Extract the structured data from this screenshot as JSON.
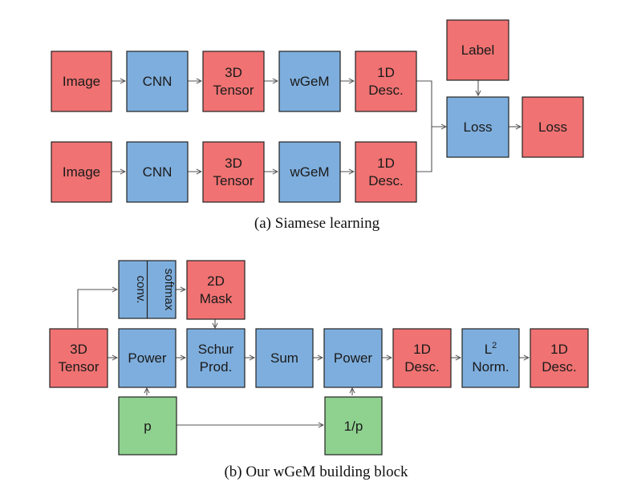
{
  "colors": {
    "red": "#F07272",
    "blue": "#7EAEDD",
    "green": "#8FD18F",
    "stroke": "#222222",
    "wire": "#555555"
  },
  "siamese": {
    "row1": {
      "image": "Image",
      "cnn": "CNN",
      "tensor": [
        "3D",
        "Tensor"
      ],
      "wgem": "wGeM",
      "desc": [
        "1D",
        "Desc."
      ]
    },
    "row2": {
      "image": "Image",
      "cnn": "CNN",
      "tensor": [
        "3D",
        "Tensor"
      ],
      "wgem": "wGeM",
      "desc": [
        "1D",
        "Desc."
      ]
    },
    "label": "Label",
    "loss_block": "Loss",
    "loss_output": "Loss",
    "caption": "(a) Siamese learning"
  },
  "wgem": {
    "conv": "conv.",
    "softmax": "softmax",
    "mask": [
      "2D",
      "Mask"
    ],
    "tensor_in": [
      "3D",
      "Tensor"
    ],
    "power1": "Power",
    "schur": [
      "Schur",
      "Prod."
    ],
    "sum": "Sum",
    "power2": "Power",
    "desc1": [
      "1D",
      "Desc."
    ],
    "l2_base": "L",
    "l2_sup": "2",
    "l2_norm": "Norm.",
    "desc2": [
      "1D",
      "Desc."
    ],
    "p": "p",
    "inv_p": "1/p",
    "caption": "(b) Our wGeM building block"
  }
}
